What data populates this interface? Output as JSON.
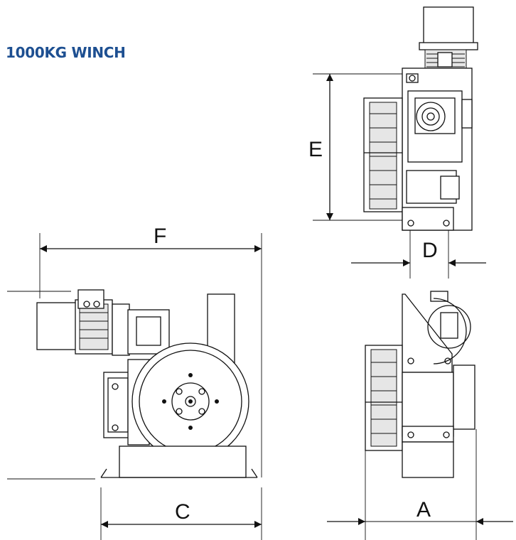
{
  "title": "1000KG WINCH",
  "dimensions": {
    "A": "A",
    "C": "C",
    "D": "D",
    "E": "E",
    "F": "F"
  },
  "colors": {
    "title": "#1d4f91",
    "lines": "#111111",
    "background": "#ffffff"
  }
}
